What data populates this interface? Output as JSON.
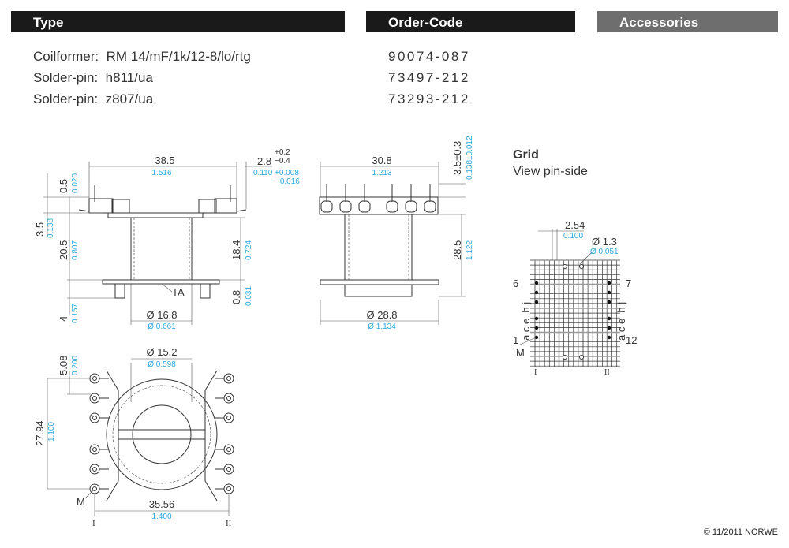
{
  "header": {
    "type_label": "Type",
    "order_code_label": "Order-Code",
    "accessories_label": "Accessories",
    "colors": {
      "dark": "#1a1a1a",
      "accessories": "#6e6e6e",
      "inch_blue": "#29a8e0"
    }
  },
  "parts": [
    {
      "label": "Coilformer:",
      "type": "RM 14/mF/1k/12-8/lo/rtg",
      "order_code": "90074-087"
    },
    {
      "label": "Solder-pin:",
      "type": "h811/ua",
      "order_code": "73497-212"
    },
    {
      "label": "Solder-pin:",
      "type": "z807/ua",
      "order_code": "73293-212"
    }
  ],
  "side_view": {
    "width_mm": "38.5",
    "width_in": "1.516",
    "pin_len_mm": "2.8",
    "pin_tol_plus": "+0.2",
    "pin_tol_minus": "−0.4",
    "pin_len_in": "0.110 +0.008",
    "pin_len_in_minus": "−0.016",
    "d05_mm": "0.5",
    "d05_in": "0.020",
    "d35_mm": "3.5",
    "d35_in": "0.138",
    "d205_mm": "20.5",
    "d205_in": "0.807",
    "d4_mm": "4",
    "d4_in": "0.157",
    "d184_mm": "18.4",
    "d184_in": "0.724",
    "d08_mm": "0.8",
    "d08_in": "0.031",
    "dia_mm": "Ø 16.8",
    "dia_in": "Ø 0.661",
    "ta_label": "TA"
  },
  "front_view": {
    "width_mm": "30.8",
    "width_in": "1.213",
    "top_mm": "3.5±0.3",
    "top_in": "0.138±0.012",
    "height_mm": "28.5",
    "height_in": "1.122",
    "dia_mm": "Ø 28.8",
    "dia_in": "Ø 1.134"
  },
  "pin_view": {
    "dia_mm": "Ø 15.2",
    "dia_in": "Ø 0.598",
    "pitch_mm": "5.08",
    "pitch_in": "0.200",
    "span_mm": "27.94",
    "span_in": "1.100",
    "row_mm": "35.56",
    "row_in": "1.400",
    "m_label": "M",
    "row1_label": "I",
    "row2_label": "II"
  },
  "grid": {
    "title": "Grid",
    "subtitle": "View pin-side",
    "pitch_mm": "2.54",
    "pitch_in": "0.100",
    "hole_mm": "Ø 1.3",
    "hole_in": "Ø 0.051",
    "pin6": "6",
    "pin7": "7",
    "pin1": "1",
    "pin12": "12",
    "m_label": "M",
    "letters_left": "a c e  h j",
    "letters_right": "a c e  h j",
    "row1_label": "I",
    "row2_label": "II"
  },
  "footer": {
    "copyright": "© 11/2011 NORWE"
  }
}
